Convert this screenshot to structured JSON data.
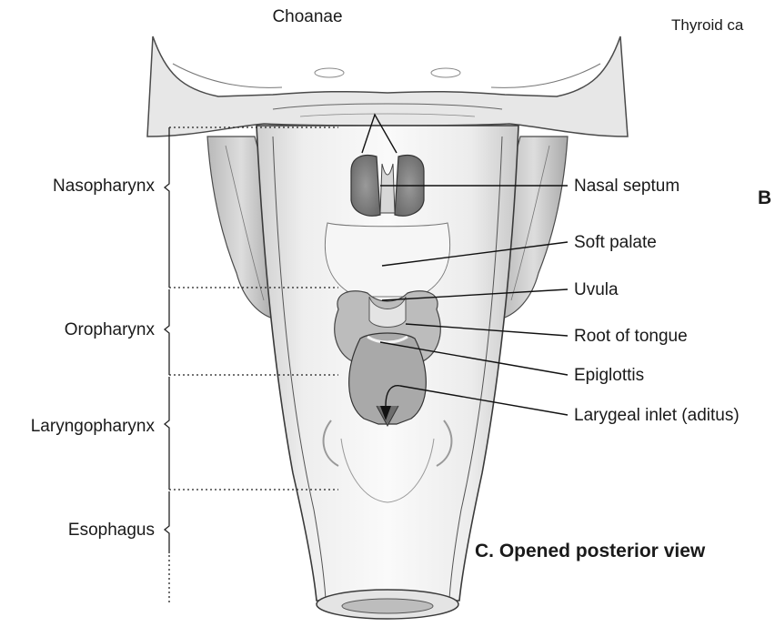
{
  "figure": {
    "top_label": "Choanae",
    "cut_off_label": "Thyroid ca",
    "panel_b_label": "B",
    "panel_c_title": "C. Opened posterior view"
  },
  "regions": [
    {
      "id": "nasopharynx",
      "label": "Nasopharynx"
    },
    {
      "id": "oropharynx",
      "label": "Oropharynx"
    },
    {
      "id": "laryngopharynx",
      "label": "Laryngopharynx"
    },
    {
      "id": "esophagus",
      "label": "Esophagus"
    }
  ],
  "callouts": [
    {
      "id": "nasal-septum",
      "label": "Nasal septum"
    },
    {
      "id": "soft-palate",
      "label": "Soft palate"
    },
    {
      "id": "uvula",
      "label": "Uvula"
    },
    {
      "id": "root-of-tongue",
      "label": "Root of tongue"
    },
    {
      "id": "epiglottis",
      "label": "Epiglottis"
    },
    {
      "id": "laryngeal-inlet",
      "label": "Larygeal inlet (aditus)"
    }
  ]
}
